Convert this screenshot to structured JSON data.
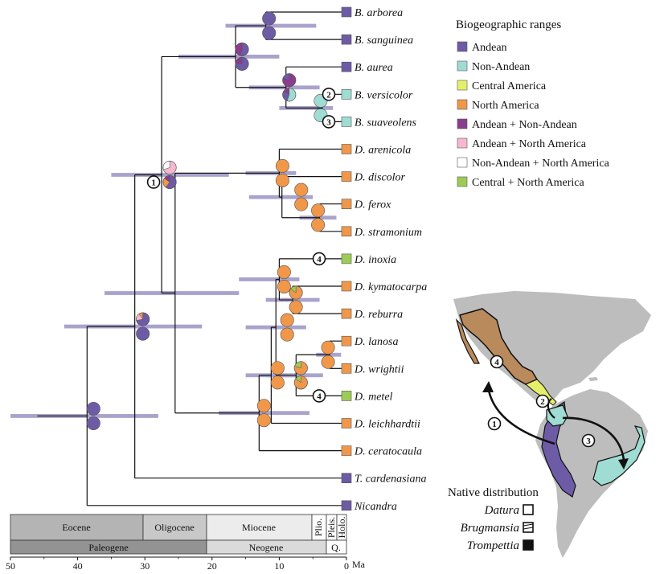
{
  "taxa": [
    {
      "name": "B. arborea",
      "color": "#6d5ba6"
    },
    {
      "name": "B. sanguinea",
      "color": "#6d5ba6"
    },
    {
      "name": "B. aurea",
      "color": "#6d5ba6"
    },
    {
      "name": "B. versicolor",
      "color": "#9fdcd3",
      "marker": "2"
    },
    {
      "name": "B. suaveolens",
      "color": "#9fdcd3",
      "marker": "3"
    },
    {
      "name": "D. arenicola",
      "color": "#f0974a"
    },
    {
      "name": "D. discolor",
      "color": "#f0974a"
    },
    {
      "name": "D. ferox",
      "color": "#f0974a"
    },
    {
      "name": "D. stramonium",
      "color": "#f0974a"
    },
    {
      "name": "D. inoxia",
      "color": "#9dcc55",
      "marker": "4"
    },
    {
      "name": "D. kymatocarpa",
      "color": "#f0974a"
    },
    {
      "name": "D. reburra",
      "color": "#f0974a"
    },
    {
      "name": "D. lanosa",
      "color": "#f0974a"
    },
    {
      "name": "D. wrightii",
      "color": "#f0974a"
    },
    {
      "name": "D. metel",
      "color": "#9dcc55",
      "marker": "4"
    },
    {
      "name": "D. leichhardtii",
      "color": "#f0974a"
    },
    {
      "name": "D. ceratocaula",
      "color": "#f0974a"
    },
    {
      "name": "T. cardenasiana",
      "color": "#6d5ba6"
    },
    {
      "name": "Nicandra",
      "color": "#6d5ba6"
    }
  ],
  "legend": {
    "title": "Biogeographic ranges",
    "items": [
      {
        "label": "Andean",
        "color": "#6d5ba6"
      },
      {
        "label": "Non-Andean",
        "color": "#9fdcd3"
      },
      {
        "label": "Central America",
        "color": "#e5f06a"
      },
      {
        "label": "North America",
        "color": "#f0974a"
      },
      {
        "label": "Andean + Non-Andean",
        "color": "#8b3c8c"
      },
      {
        "label": "Andean + North America",
        "color": "#f6b8cf"
      },
      {
        "label": "Non-Andean + North America",
        "color": "#ffffff"
      },
      {
        "label": "Central + North America",
        "color": "#9dcc55"
      }
    ]
  },
  "timescale": {
    "epochs": [
      "Eocene",
      "Oligocene",
      "Miocene",
      "Plio.",
      "Pleis.",
      "Holo."
    ],
    "periods": [
      "Paleogene",
      "Neogene",
      "Q."
    ],
    "ticks": [
      "50",
      "40",
      "30",
      "20",
      "10",
      "0"
    ],
    "unit": "Ma",
    "colors": {
      "eocene": "#b4b4b4",
      "oligocene": "#c8c8c8",
      "miocene": "#ececec",
      "paleogene": "#939393",
      "neogene": "#dadada"
    }
  },
  "dispersal_markers": [
    "1",
    "2",
    "3",
    "4"
  ],
  "distribution": {
    "title": "Native distribution",
    "items": [
      {
        "label": "Datura"
      },
      {
        "label": "Brugmansia"
      },
      {
        "label": "Trompettia"
      }
    ]
  },
  "colors": {
    "andean": "#6d5ba6",
    "non_andean": "#9fdcd3",
    "central": "#e5f06a",
    "north": "#f0974a",
    "andean_non_andean": "#8b3c8c",
    "andean_north": "#f6b8cf",
    "central_north": "#9dcc55",
    "hpd_bar": "#a9a3cc",
    "land": "#bdbdbd"
  }
}
